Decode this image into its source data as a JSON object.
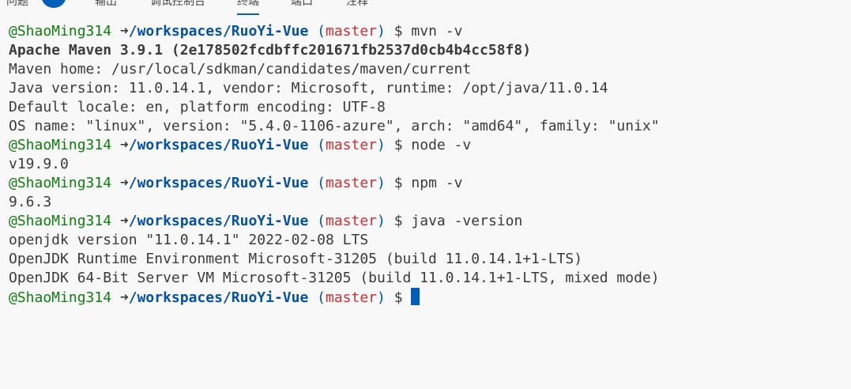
{
  "panel_tabs": [
    {
      "label": "问题",
      "active": false
    },
    {
      "label": "输出",
      "active": false
    },
    {
      "label": "调试控制台",
      "active": false
    },
    {
      "label": "终端",
      "active": true
    },
    {
      "label": "端口",
      "active": false
    },
    {
      "label": "注释",
      "active": false
    }
  ],
  "prompt": {
    "user": "@ShaoMing314",
    "arrow": "➜",
    "path": "/workspaces/RuoYi-Vue",
    "branch": "master",
    "symbol": "$"
  },
  "colors": {
    "user": "#107c10",
    "path": "#0451a5",
    "branch": "#cd3131",
    "accent": "#005fb8"
  },
  "terminal": [
    {
      "command": "mvn -v",
      "output": [
        {
          "text": "Apache Maven 3.9.1 (2e178502fcdbffc201671fb2537d0cb4b4cc58f8)",
          "bold": true
        },
        {
          "text": "Maven home: /usr/local/sdkman/candidates/maven/current"
        },
        {
          "text": "Java version: 11.0.14.1, vendor: Microsoft, runtime: /opt/java/11.0.14"
        },
        {
          "text": "Default locale: en, platform encoding: UTF-8"
        },
        {
          "text": "OS name: \"linux\", version: \"5.4.0-1106-azure\", arch: \"amd64\", family: \"unix\""
        }
      ]
    },
    {
      "command": "node -v",
      "output": [
        {
          "text": "v19.9.0"
        }
      ]
    },
    {
      "command": "npm -v",
      "output": [
        {
          "text": "9.6.3"
        }
      ]
    },
    {
      "command": "java -version",
      "output": [
        {
          "text": "openjdk version \"11.0.14.1\" 2022-02-08 LTS"
        },
        {
          "text": "OpenJDK Runtime Environment Microsoft-31205 (build 11.0.14.1+1-LTS)"
        },
        {
          "text": "OpenJDK 64-Bit Server VM Microsoft-31205 (build 11.0.14.1+1-LTS, mixed mode)"
        }
      ]
    },
    {
      "command": "",
      "output": []
    }
  ]
}
